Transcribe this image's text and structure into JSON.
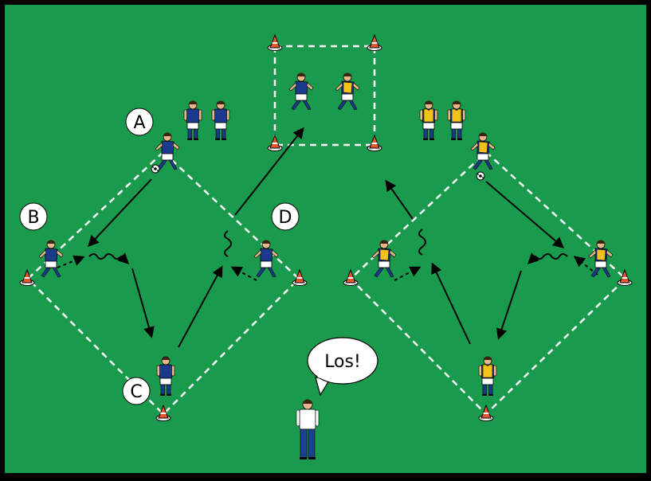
{
  "colors": {
    "border": "#000000",
    "field": "#1a9a4d",
    "field_stripe": "#17924a",
    "line": "#ffffff",
    "team_blue": "#1b3a8c",
    "team_yellow": "#f2c21a",
    "shorts": "#ffffff",
    "socks": "#1b3a8c",
    "skin": "#e8b48a",
    "hair": "#3a2414",
    "cone": "#e4572e",
    "coach_shirt": "#ffffff",
    "coach_pants": "#1d3f8f"
  },
  "labels": {
    "a": "A",
    "b": "B",
    "c": "C",
    "d": "D"
  },
  "coach": {
    "speech": "Los!"
  },
  "icons": {
    "cone": "cone-icon",
    "ball": "ball-icon",
    "player": "player-icon"
  }
}
